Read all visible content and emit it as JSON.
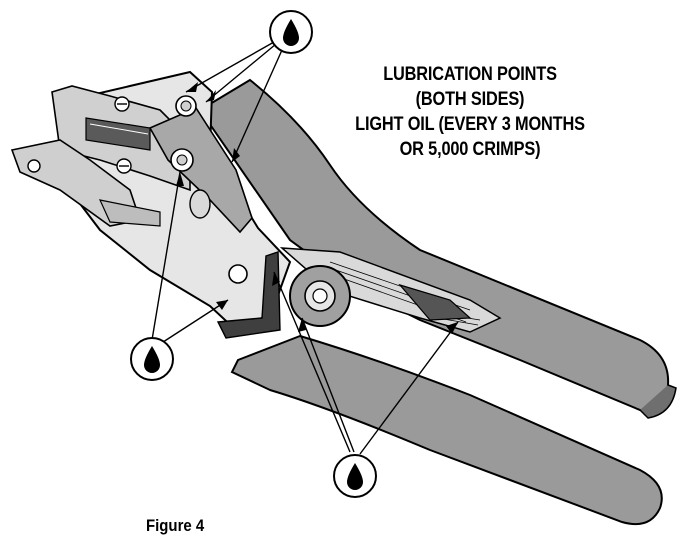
{
  "callout": {
    "line1": "LUBRICATION POINTS",
    "line2": "(BOTH SIDES)",
    "line3": "LIGHT OIL (EVERY 3 MONTHS",
    "line4": "OR 5,000 CRIMPS)"
  },
  "caption": "Figure 4",
  "colors": {
    "tool_fill": "#9a9a9a",
    "tool_light": "#d9d9d9",
    "outline": "#000000",
    "oil_drop": "#000000"
  },
  "icons": [
    "oil-drop-icon"
  ]
}
